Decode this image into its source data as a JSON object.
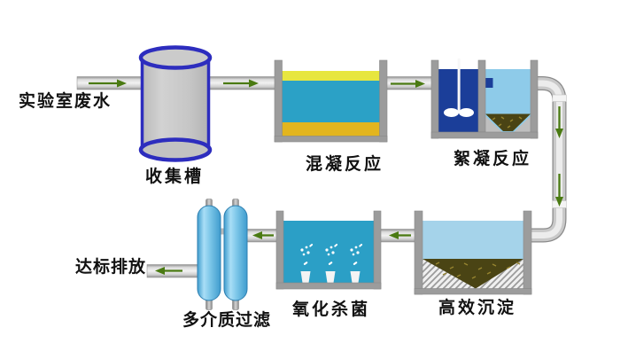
{
  "stages": [
    {
      "id": "source",
      "label": "实验室废水"
    },
    {
      "id": "collection_tank",
      "label": "收集槽"
    },
    {
      "id": "coagulation",
      "label": "混凝反应"
    },
    {
      "id": "flocculation",
      "label": "絮凝反应"
    },
    {
      "id": "sedimentation",
      "label": "高效沉淀"
    },
    {
      "id": "oxidation",
      "label": "氧化杀菌"
    },
    {
      "id": "filtration",
      "label": "多介质过滤"
    },
    {
      "id": "discharge",
      "label": "达标排放"
    }
  ],
  "flow_order": [
    "实验室废水",
    "收集槽",
    "混凝反应",
    "絮凝反应",
    "高效沉淀",
    "氧化杀菌",
    "多介质过滤",
    "达标排放"
  ],
  "icons": {
    "flow_arrow": "arrow showing flow direction",
    "mixer": "propeller agitator in flocculation tank",
    "aerator": "bubble diffusers in oxidation tank"
  },
  "colors": {
    "arrow": "#4a7a12",
    "tank_wall": "#9c9c9c",
    "pipe_base": "#c9c9c9",
    "cylinder_outline": "#2d2dbe",
    "cylinder_body": "#c6c6c6",
    "coagulation_top": "#e7e63f",
    "coagulation_mid": "#2ba1c6",
    "coagulation_bottom": "#e3b51e",
    "flocculation_left": "#1b3e99",
    "flocculation_right": "#8ecbe9",
    "sludge": "#4a4414",
    "sludge_speckle": "#96842f",
    "sedimentation_water": "#a5d3ea",
    "oxidation_water": "#2b9fc6",
    "filter_outline": "#2e7fb0",
    "text": "#111111"
  }
}
